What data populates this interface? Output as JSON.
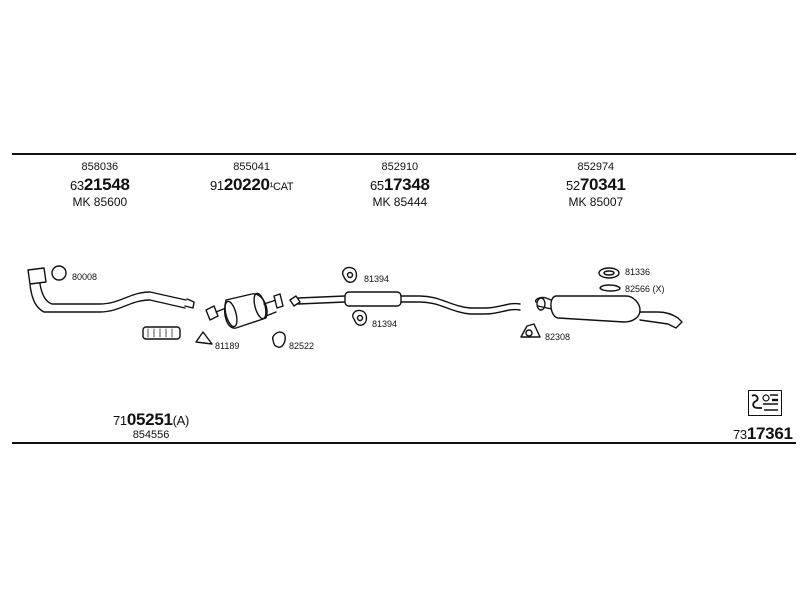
{
  "header_parts": [
    {
      "id": "858036",
      "prefix": "63",
      "number": "21548",
      "suffix": "",
      "mk": "MK  85600"
    },
    {
      "id": "855041",
      "prefix": "91",
      "number": "20220",
      "suffix": "¹CAT",
      "mk": ""
    },
    {
      "id": "852910",
      "prefix": "65",
      "number": "17348",
      "suffix": "",
      "mk": "MK  85444"
    },
    {
      "id": "852974",
      "prefix": "52",
      "number": "70341",
      "suffix": "",
      "mk": "MK  85007"
    }
  ],
  "callouts": {
    "c80008": "80008",
    "c81189": "81189",
    "c82522": "82522",
    "c81394a": "81394",
    "c81394b": "81394",
    "c81336": "81336",
    "c82566": "82566 (X)",
    "c82308": "82308"
  },
  "bottom_left": {
    "prefix": "71",
    "number": "05251",
    "suffix": "(A)",
    "sub": "854556"
  },
  "bottom_right": {
    "prefix": "73",
    "number": "17361"
  },
  "colors": {
    "ink": "#111111",
    "part_fill": "#ffffff",
    "hatch": "#555555"
  },
  "icons": {
    "logo": "exhaust-system-logo-icon"
  }
}
